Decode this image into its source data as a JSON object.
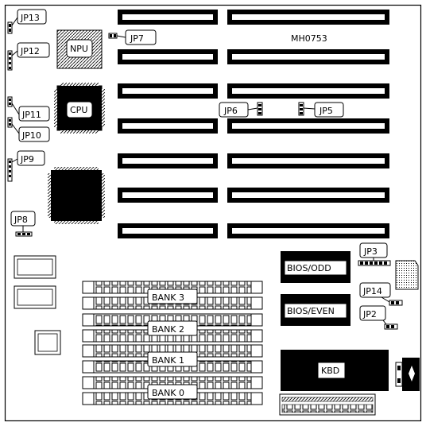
{
  "board": {
    "model": "MH0753",
    "labels": {
      "npu": "NPU",
      "cpu": "CPU",
      "bios_odd": "BIOS/ODD",
      "bios_even": "BIOS/EVEN",
      "kbd": "KBD"
    },
    "jumpers": {
      "jp13": "JP13",
      "jp12": "JP12",
      "jp11": "JP11",
      "jp10": "JP10",
      "jp9": "JP9",
      "jp8": "JP8",
      "jp7": "JP7",
      "jp6": "JP6",
      "jp5": "JP5",
      "jp3": "JP3",
      "jp14": "JP14",
      "jp2": "JP2"
    },
    "banks": {
      "bank3": "BANK 3",
      "bank2": "BANK 2",
      "bank1": "BANK 1",
      "bank0": "BANK 0"
    }
  }
}
